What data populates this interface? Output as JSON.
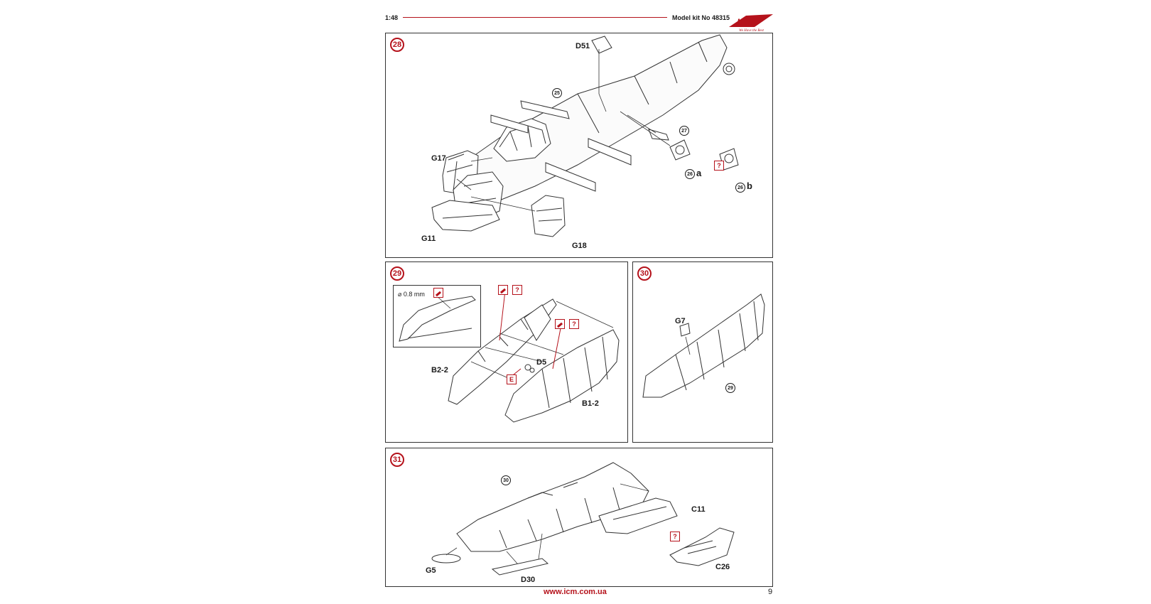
{
  "header": {
    "scale": "1:48",
    "kit_label": "Model kit No 48315",
    "logo_text": "ICM",
    "logo_tagline": "We Have the Best",
    "colors": {
      "accent": "#b5121b",
      "ink": "#1a1a1a"
    }
  },
  "steps": {
    "s28": {
      "number": "28",
      "parts": {
        "d51": "D51",
        "g17": "G17",
        "g11": "G11",
        "g18": "G18"
      },
      "refs": {
        "r25": "25",
        "r27": "27",
        "r26a": "26",
        "r26b": "26"
      },
      "ref_suffix": {
        "a": "a",
        "b": "b"
      },
      "question": "?"
    },
    "s29": {
      "number": "29",
      "inset_label": "⌀ 0.8 mm",
      "parts": {
        "b22": "B2-2",
        "d5": "D5",
        "b12": "B1-2"
      },
      "marker_e": "E",
      "question1": "?",
      "question2": "?"
    },
    "s30": {
      "number": "30",
      "parts": {
        "g7": "G7"
      },
      "refs": {
        "r29": "29"
      }
    },
    "s31": {
      "number": "31",
      "parts": {
        "c11": "C11",
        "g5": "G5",
        "d30": "D30",
        "c26": "C26"
      },
      "refs": {
        "r30": "30"
      },
      "question": "?"
    }
  },
  "footer": {
    "url": "www.icm.com.ua",
    "page": "9"
  }
}
